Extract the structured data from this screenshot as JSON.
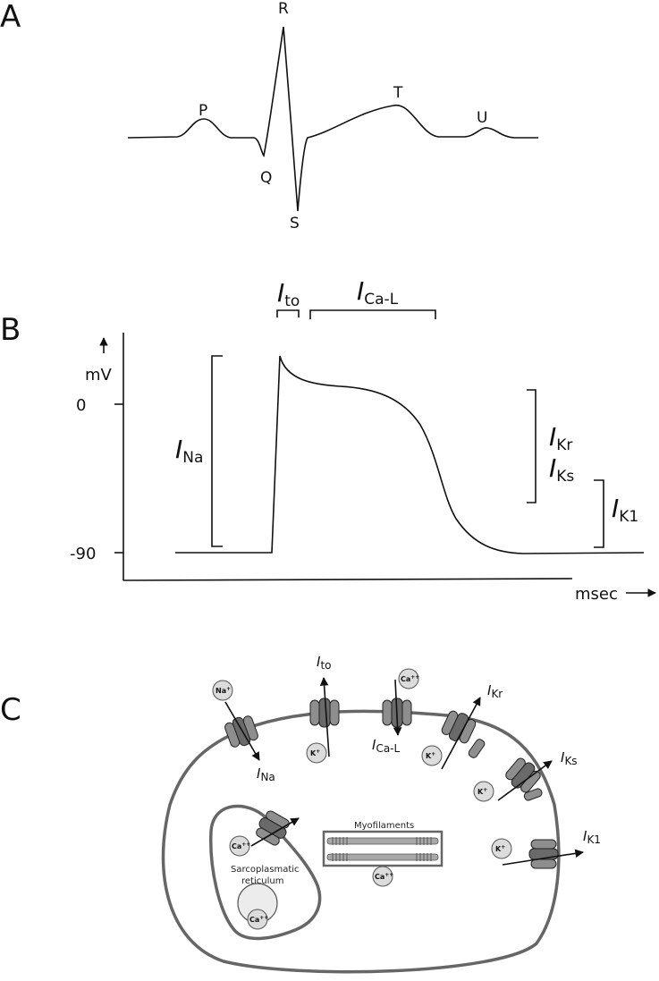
{
  "panels": {
    "a": {
      "label": "A"
    },
    "b": {
      "label": "B"
    },
    "c": {
      "label": "C"
    }
  },
  "ecg": {
    "p": "P",
    "q": "Q",
    "r": "R",
    "s": "S",
    "t": "T",
    "u": "U"
  },
  "action_potential": {
    "y_label": "mV",
    "x_label": "msec",
    "y_ticks": [
      "0",
      "-90"
    ],
    "y_tick_values": [
      0,
      -90
    ],
    "currents": {
      "ito": {
        "main": "I",
        "sub": "to"
      },
      "ical": {
        "main": "I",
        "sub": "Ca-L"
      },
      "ina": {
        "main": "I",
        "sub": "Na"
      },
      "ikr": {
        "main": "I",
        "sub": "Kr"
      },
      "iks": {
        "main": "I",
        "sub": "Ks"
      },
      "ik1": {
        "main": "I",
        "sub": "K1"
      }
    }
  },
  "cell": {
    "myofilaments": "Myofilaments",
    "sr_line1": "Sarcoplasmatic",
    "sr_line2": "reticulum",
    "ions": {
      "na": {
        "base": "Na",
        "sup": "+"
      },
      "k": {
        "base": "K",
        "sup": "+"
      },
      "ca": {
        "base": "Ca",
        "sup": "++"
      }
    },
    "currents": {
      "ina": {
        "main": "I",
        "sub": "Na"
      },
      "ito": {
        "main": "I",
        "sub": "to"
      },
      "ical": {
        "main": "I",
        "sub": "Ca-L"
      },
      "ikr": {
        "main": "I",
        "sub": "Kr"
      },
      "iks": {
        "main": "I",
        "sub": "Ks"
      },
      "ik1": {
        "main": "I",
        "sub": "K1"
      }
    }
  },
  "colors": {
    "ink": "#111111",
    "cell_membrane": "#666666",
    "channel": "#8e8e8e",
    "ion": "#dcdcdc"
  }
}
